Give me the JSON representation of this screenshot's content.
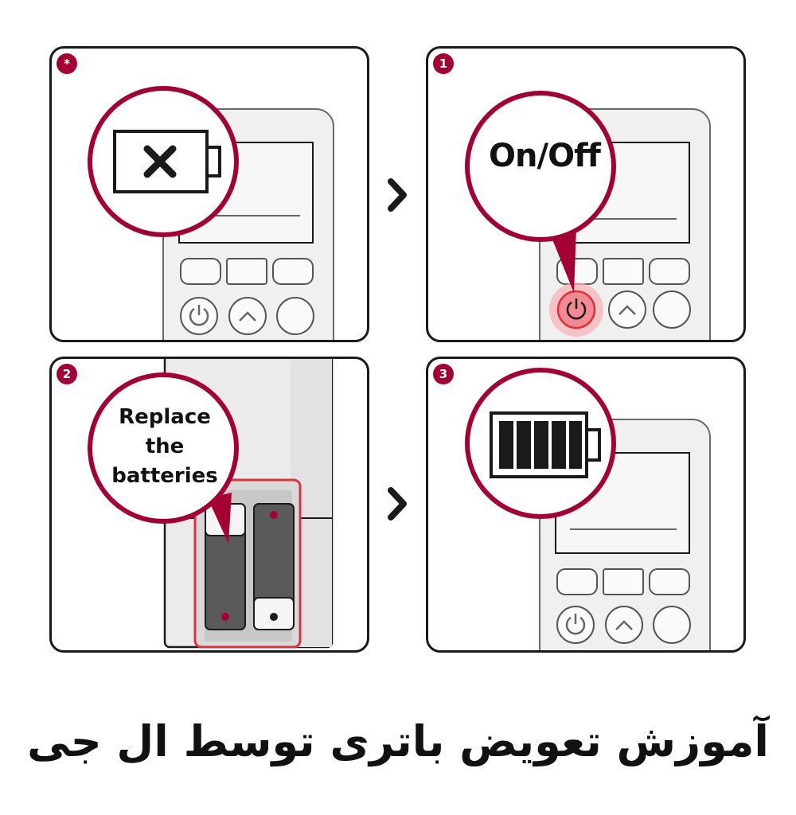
{
  "steps": [
    {
      "badge": "*"
    },
    {
      "badge": "1",
      "callout": "On/Off"
    },
    {
      "badge": "2",
      "callout": "Replace\nthe\nbatteries"
    },
    {
      "badge": "3"
    }
  ],
  "caption": "آموزش تعویض باتری توسط ال جی",
  "icons": {
    "arrow": "chevron-right-icon",
    "empty_battery": "battery-empty-x-icon",
    "full_battery": "battery-full-icon",
    "power": "power-icon",
    "up": "chevron-up-icon"
  },
  "colors": {
    "accent": "#a50034",
    "highlight_red": "#e0303a",
    "remote_body": "#f0f0f0",
    "outline": "#1a1a1a"
  }
}
